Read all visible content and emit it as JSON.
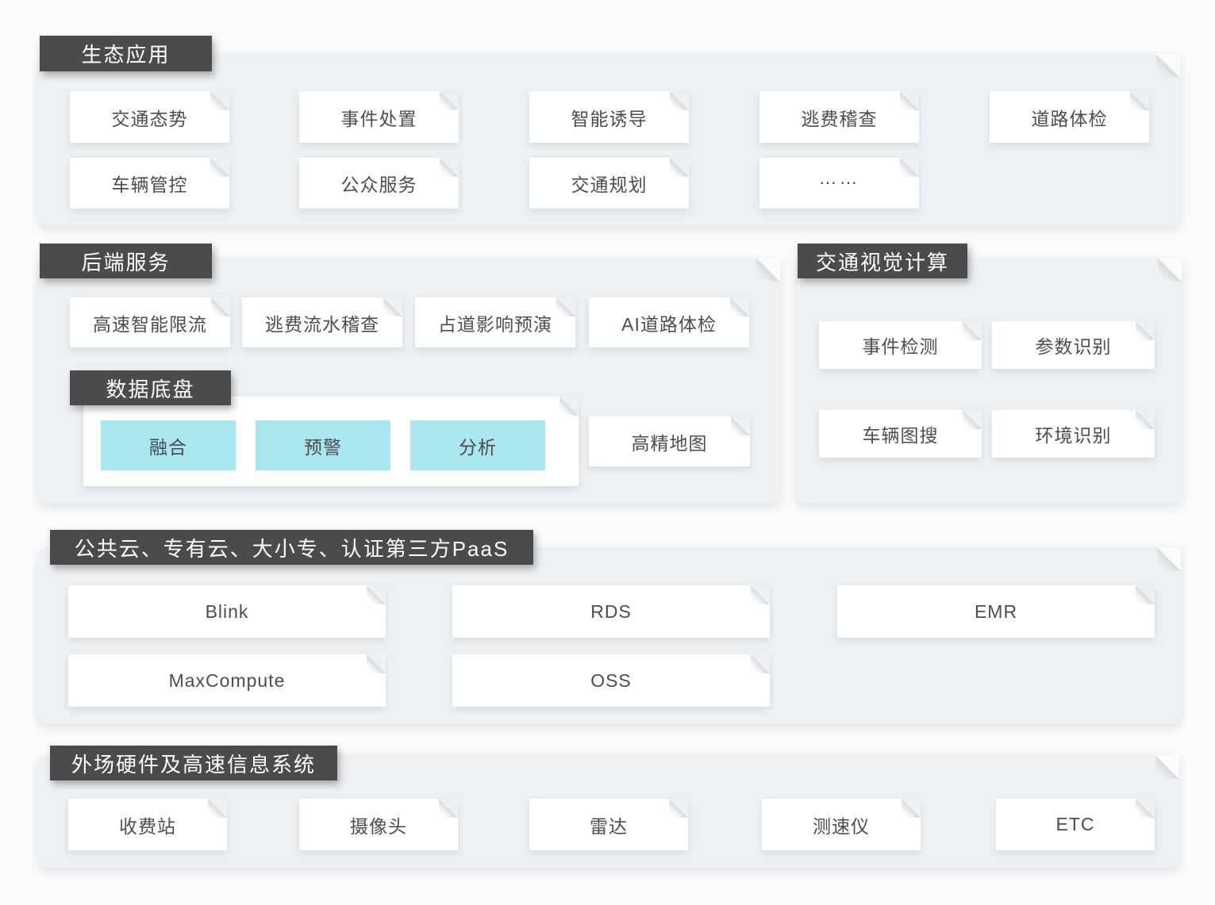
{
  "colors": {
    "page_bg": "#fafbfb",
    "panel_bg": "#edf1f4",
    "tag_bg": "#4b4b4d",
    "tag_text": "#ffffff",
    "card_bg": "#ffffff",
    "card_text": "#4d4d4d",
    "chip_bg": "#a9e6f0"
  },
  "sections": {
    "eco": {
      "title": "生态应用",
      "row1": [
        "交通态势",
        "事件处置",
        "智能诱导",
        "逃费稽查",
        "道路体检"
      ],
      "row2": [
        "车辆管控",
        "公众服务",
        "交通规划",
        "……"
      ]
    },
    "backend": {
      "title": "后端服务",
      "cards": [
        "高速智能限流",
        "逃费流水稽查",
        "占道影响预演",
        "AI道路体检"
      ],
      "data_platform": {
        "title": "数据底盘",
        "chips": [
          "融合",
          "预警",
          "分析"
        ]
      },
      "map_card": "高精地图"
    },
    "vision": {
      "title": "交通视觉计算",
      "cards": [
        "事件检测",
        "参数识别",
        "车辆图搜",
        "环境识别"
      ]
    },
    "paas": {
      "title": "公共云、专有云、大小专、认证第三方PaaS",
      "row1": [
        "Blink",
        "RDS",
        "EMR"
      ],
      "row2": [
        "MaxCompute",
        "OSS"
      ]
    },
    "hardware": {
      "title": "外场硬件及高速信息系统",
      "cards": [
        "收费站",
        "摄像头",
        "雷达",
        "测速仪",
        "ETC"
      ]
    }
  }
}
